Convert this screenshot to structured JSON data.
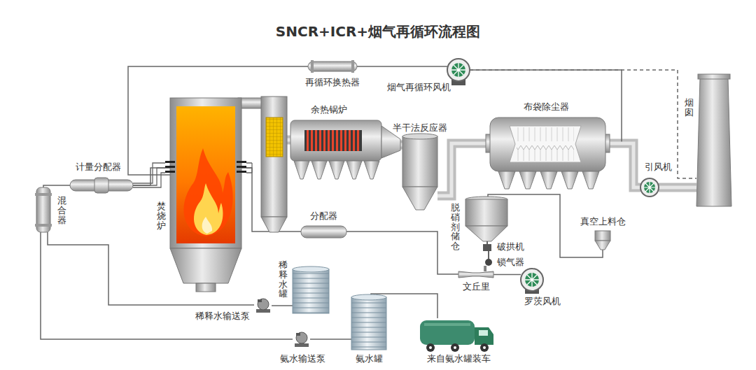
{
  "diagram": {
    "title": "SNCR+ICR+烟气再循环流程图",
    "nodes": [
      {
        "text": [
          "再循环换热器"
        ]
      },
      {
        "text": [
          "烟气再循环风机"
        ]
      },
      {
        "text": [
          "焚烧炉"
        ]
      },
      {
        "text": [
          "余热锅炉"
        ]
      },
      {
        "text": [
          "半干法反应器"
        ]
      },
      {
        "text": [
          "布袋除尘器"
        ]
      },
      {
        "text": [
          "引风机"
        ]
      },
      {
        "text": [
          "烟囱"
        ]
      },
      {
        "text": [
          "计量分配器"
        ]
      },
      {
        "text": [
          "混合器"
        ]
      },
      {
        "text": [
          "分配器"
        ]
      },
      {
        "text": [
          "脱硝剂储仓"
        ]
      },
      {
        "text": [
          "破拱机"
        ]
      },
      {
        "text": [
          "锁气器"
        ]
      },
      {
        "text": [
          "文丘里"
        ]
      },
      {
        "text": [
          "罗茨风机"
        ]
      },
      {
        "text": [
          "真空上料仓"
        ]
      },
      {
        "text": [
          "稀释水罐"
        ]
      },
      {
        "text": [
          "稀释水输送泵"
        ]
      },
      {
        "text": [
          "氨水输送泵"
        ]
      },
      {
        "text": [
          "氨水罐"
        ]
      },
      {
        "text": [
          "来自氨水罐装车"
        ]
      }
    ],
    "edges": [
      {
        "from": 2,
        "to": 3,
        "arrow": "none"
      },
      {
        "from": 3,
        "to": 4,
        "arrow": "none"
      },
      {
        "from": 4,
        "to": 5,
        "arrow": "none"
      },
      {
        "from": 5,
        "to": 6,
        "arrow": "none"
      },
      {
        "from": 6,
        "to": 7,
        "arrow": "none"
      },
      {
        "from": 5,
        "to": 1,
        "arrow": "none"
      },
      {
        "from": 1,
        "to": 0,
        "arrow": "none"
      },
      {
        "from": 0,
        "to": 2,
        "arrow": "none"
      },
      {
        "from": 1,
        "to": 7,
        "arrow": "none"
      },
      {
        "from": 9,
        "to": 8,
        "arrow": "none"
      },
      {
        "from": 8,
        "to": 2,
        "arrow": "none"
      },
      {
        "from": 18,
        "to": 9,
        "arrow": "none"
      },
      {
        "from": 17,
        "to": 18,
        "arrow": "none"
      },
      {
        "from": 19,
        "to": 9,
        "arrow": "none"
      },
      {
        "from": 20,
        "to": 19,
        "arrow": "none"
      },
      {
        "from": 21,
        "to": 20,
        "arrow": "none"
      },
      {
        "from": 10,
        "to": 2,
        "arrow": "none"
      },
      {
        "from": 14,
        "to": 10,
        "arrow": "none"
      },
      {
        "from": 15,
        "to": 14,
        "arrow": "none"
      },
      {
        "from": 11,
        "to": 12,
        "arrow": "none"
      },
      {
        "from": 12,
        "to": 13,
        "arrow": "none"
      },
      {
        "from": 13,
        "to": 14,
        "arrow": "none"
      },
      {
        "from": 16,
        "to": 11,
        "arrow": "none"
      }
    ]
  }
}
